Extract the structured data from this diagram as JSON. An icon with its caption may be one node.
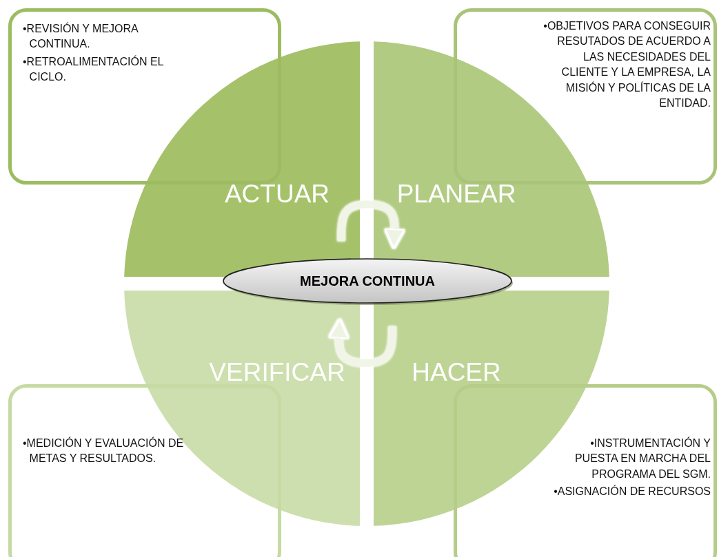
{
  "diagram": {
    "nodes": [
      {
        "text": [
          "•REVISIÓN Y MEJORA CONTINUA.",
          "•RETROALIMENTACIÓN EL CICLO."
        ]
      },
      {
        "text": [
          "•OBJETIVOS PARA CONSEGUIR RESUTADOS DE ACUERDO A LAS NECESIDADES DEL CLIENTE Y LA EMPRESA, LA MISIÓN Y POLÍTICAS DE LA ENTIDAD."
        ]
      },
      {
        "text": [
          "ACTUAR"
        ]
      },
      {
        "text": [
          "PLANEAR"
        ]
      },
      {
        "text": [
          "MEJORA CONTINUA"
        ]
      },
      {
        "text": [
          "VERIFICAR"
        ]
      },
      {
        "text": [
          "HACER"
        ]
      },
      {
        "text": [
          "•MEDICIÓN Y EVALUACIÓN DE METAS Y RESULTADOS."
        ]
      },
      {
        "text": [
          "•INSTRUMENTACIÓN Y PUESTA EN MARCHA DEL PROGRAMA DEL SGM.",
          "•ASIGNACIÓN DE RECURSOS"
        ]
      }
    ],
    "edges": [
      {
        "from": 2,
        "to": 3,
        "arrow": "to"
      },
      {
        "from": 6,
        "to": 5,
        "arrow": "to"
      }
    ]
  }
}
